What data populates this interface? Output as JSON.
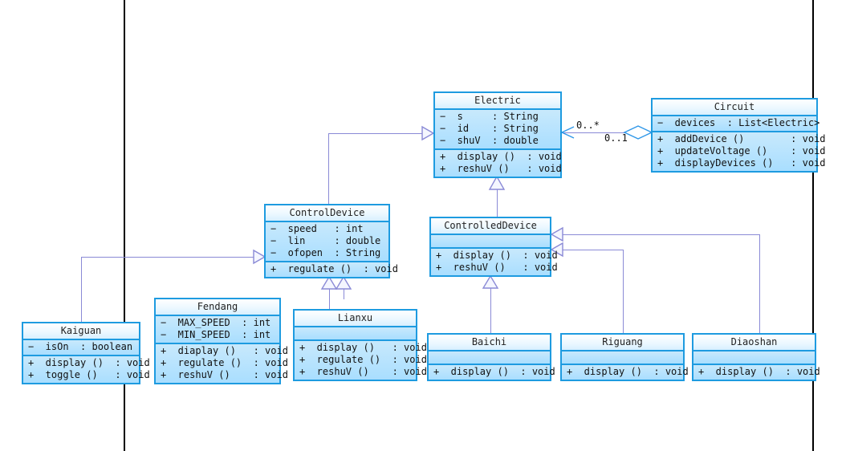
{
  "diagram": {
    "title": "Electric device UML class diagram",
    "colors": {
      "box_border": "#1e9be0",
      "box_fill": "#a9deff",
      "header_fill": "#eaf7ff",
      "connector": "#8a8ad6",
      "guide_rule": "#000000"
    }
  },
  "classes": {
    "electric": {
      "name": "Electric",
      "attributes": [
        "−  s     : String",
        "−  id    : String",
        "−  shuV  : double"
      ],
      "methods": [
        "+  display ()  : void",
        "+  reshuV ()   : void"
      ]
    },
    "circuit": {
      "name": "Circuit",
      "attributes": [
        "−  devices  : List<Electric>"
      ],
      "methods": [
        "+  addDevice ()        : void",
        "+  updateVoltage ()    : void",
        "+  displayDevices ()   : void"
      ]
    },
    "control_device": {
      "name": "ControlDevice",
      "attributes": [
        "−  speed   : int",
        "−  lin     : double",
        "−  ofopen  : String"
      ],
      "methods": [
        "+  regulate ()  : void"
      ]
    },
    "controlled_device": {
      "name": "ControlledDevice",
      "attributes": [],
      "methods": [
        "+  display ()  : void",
        "+  reshuV ()   : void"
      ]
    },
    "kaiguan": {
      "name": "Kaiguan",
      "attributes": [
        "−  isOn  : boolean"
      ],
      "methods": [
        "+  display ()  : void",
        "+  toggle ()   : void"
      ]
    },
    "fendang": {
      "name": "Fendang",
      "attributes": [
        "−  MAX_SPEED  : int",
        "−  MIN_SPEED  : int"
      ],
      "methods": [
        "+  diaplay ()   : void",
        "+  regulate ()  : void",
        "+  reshuV ()    : void"
      ]
    },
    "lianxu": {
      "name": "Lianxu",
      "attributes": [],
      "methods": [
        "+  display ()   : void",
        "+  regulate ()  : void",
        "+  reshuV ()    : void"
      ]
    },
    "baichi": {
      "name": "Baichi",
      "attributes": [],
      "methods": [
        "+  display ()  : void"
      ]
    },
    "riguang": {
      "name": "Riguang",
      "attributes": [],
      "methods": [
        "+  display ()  : void"
      ]
    },
    "diaoshan": {
      "name": "Diaoshan",
      "attributes": [],
      "methods": [
        "+  display ()  : void"
      ]
    }
  },
  "relationships": {
    "aggregation_electric_circuit": {
      "source_multiplicity": "0..*",
      "target_multiplicity": "0..1"
    }
  }
}
